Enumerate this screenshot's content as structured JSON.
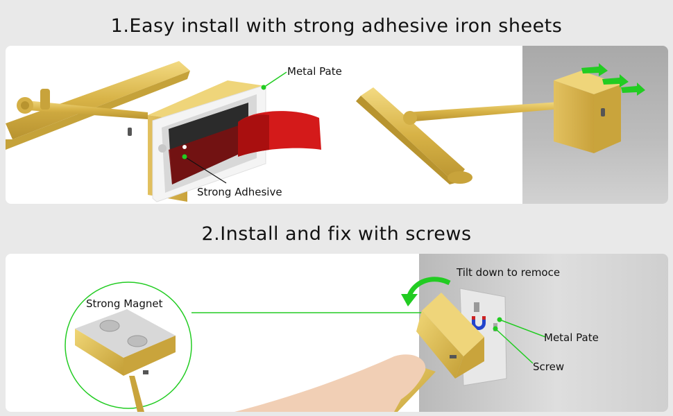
{
  "section1": {
    "title": "1.Easy install with strong adhesive iron sheets",
    "label_metal_plate": "Metal Pate",
    "label_adhesive": "Strong Adhesive"
  },
  "section2": {
    "title": "2.Install and fix with screws",
    "label_magnet": "Strong Magnet",
    "label_tilt": "Tilt down to remoce",
    "label_metal_plate": "Metal Pate",
    "label_screw": "Screw"
  },
  "colors": {
    "gold": "#d9b444",
    "callout_green": "#22cc22",
    "adhesive_red": "#d41a1a"
  }
}
